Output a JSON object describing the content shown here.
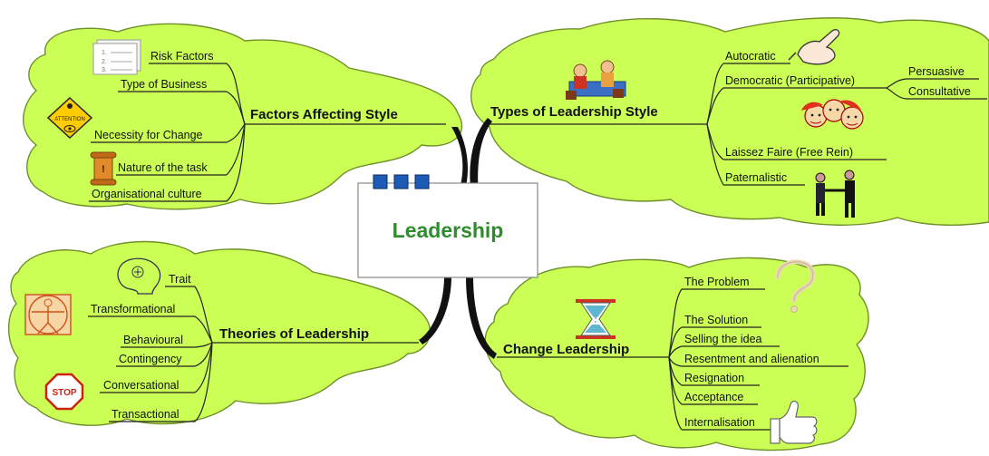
{
  "center": {
    "title": "Leadership",
    "title_color": "#2e8b2e"
  },
  "colors": {
    "cloud_fill": "#ccff55",
    "cloud_stroke": "#6f8f2a",
    "trunk": "#111111",
    "center_squares": "#1e5bb5"
  },
  "factors": {
    "title": "Factors Affecting Style",
    "items": [
      "Risk Factors",
      "Type of Business",
      "Necessity for Change",
      "Nature of the task",
      "Organisational culture"
    ],
    "icons": [
      "checklist-icon",
      "attention-sign-icon",
      "scroll-icon"
    ],
    "sign_text": "ATTENTION"
  },
  "types": {
    "title": "Types of Leadership Style",
    "items": [
      "Autocratic",
      "Democratic (Participative)",
      "Laissez Faire (Free Rein)",
      "Paternalistic"
    ],
    "sub_items": [
      "Persuasive",
      "Consultative"
    ],
    "icons": [
      "meeting-icon",
      "pointing-hand-icon",
      "group-faces-icon",
      "handshake-icon"
    ]
  },
  "theories": {
    "title": "Theories of Leadership",
    "items": [
      "Trait",
      "Transformational",
      "Behavioural",
      "Contingency",
      "Conversational",
      "Transactional"
    ],
    "icons": [
      "head-icon",
      "vitruvian-man-icon",
      "stop-sign-icon"
    ],
    "stop_text": "STOP"
  },
  "change": {
    "title": "Change Leadership",
    "items": [
      "The Problem",
      "The Solution",
      "Selling the idea",
      "Resentment and alienation",
      "Resignation",
      "Acceptance",
      "Internalisation"
    ],
    "icons": [
      "question-mark-icon",
      "hourglass-icon",
      "thumbs-up-icon"
    ]
  }
}
